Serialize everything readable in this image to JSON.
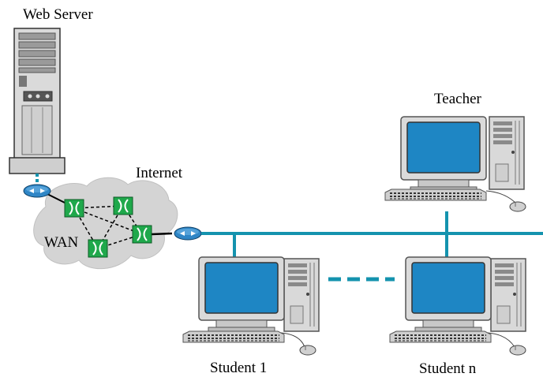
{
  "labels": {
    "web_server": "Web Server",
    "internet": "Internet",
    "wan": "WAN",
    "teacher": "Teacher",
    "student_1": "Student 1",
    "student_n": "Student n"
  },
  "colors": {
    "network_line": "#1493AE",
    "router": "#2F86C6",
    "switch": "#1FA84B",
    "cloud": "#D4D4D4",
    "screen": "#1E86C4",
    "case": "#D9D9D9"
  }
}
